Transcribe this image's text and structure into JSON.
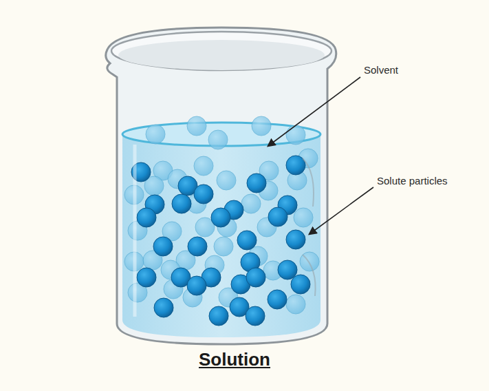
{
  "diagram": {
    "title": "Solution",
    "labels": [
      "Solvent",
      "Solute particles"
    ]
  }
}
